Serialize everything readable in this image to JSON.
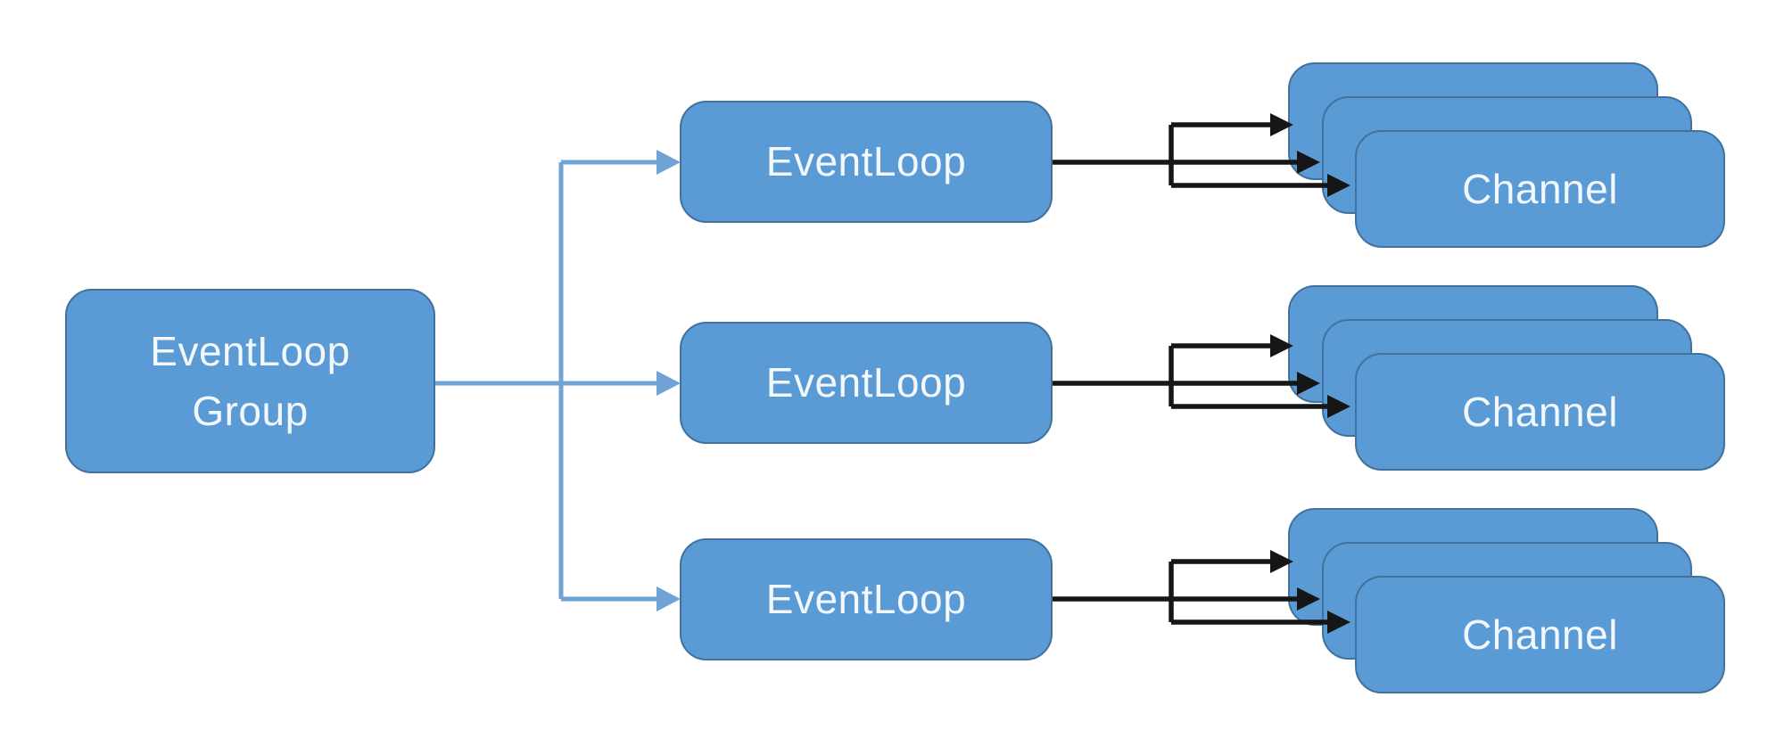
{
  "diagram": {
    "group": {
      "lines": [
        "EventLoop",
        "Group"
      ]
    },
    "event_loops": [
      {
        "label": "EventLoop"
      },
      {
        "label": "EventLoop"
      },
      {
        "label": "EventLoop"
      }
    ],
    "channel_stacks": [
      {
        "label": "Channel",
        "stacked_count": 3
      },
      {
        "label": "Channel",
        "stacked_count": 3
      },
      {
        "label": "Channel",
        "stacked_count": 3
      }
    ],
    "colors": {
      "background": "#ffffff",
      "box_fill": "#5b9bd5",
      "box_border": "#41719c",
      "label_text": "#f2f8fd",
      "group_connector": "#6fa3d6",
      "channel_connector": "#161616"
    }
  }
}
